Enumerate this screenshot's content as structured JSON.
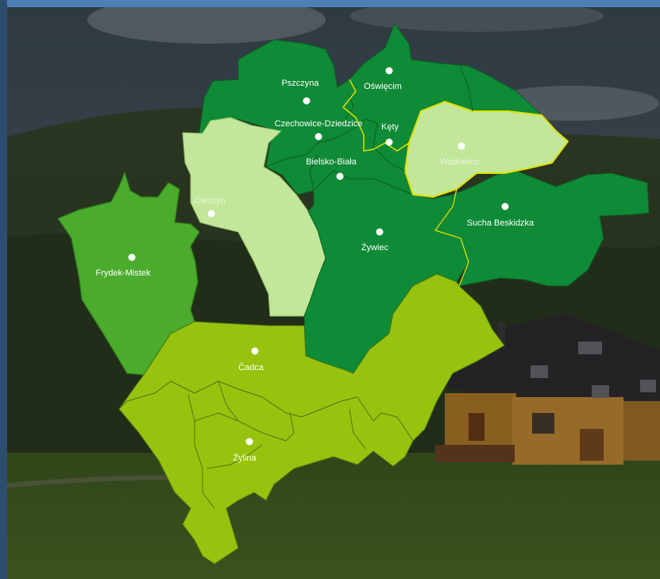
{
  "colors": {
    "dark_green": "#0f8a36",
    "mid_green": "#4aab2c",
    "lime": "#97c30f",
    "pale_green": "#c2e79a",
    "region_border": "#0b5f22",
    "highlight_border": "#e1e000"
  },
  "cities": [
    {
      "id": "pszczyna",
      "label": "Pszczyna"
    },
    {
      "id": "oswiecim",
      "label": "Oświęcim"
    },
    {
      "id": "czechowice",
      "label": "Czechowice-Dziedzice"
    },
    {
      "id": "kety",
      "label": "Kęty"
    },
    {
      "id": "wadowice",
      "label": "Wadowice"
    },
    {
      "id": "bielsko",
      "label": "Bielsko-Biała"
    },
    {
      "id": "cieszyn",
      "label": "Cieszyn"
    },
    {
      "id": "sucha",
      "label": "Sucha Beskidzka"
    },
    {
      "id": "zywiec",
      "label": "Żywiec"
    },
    {
      "id": "frydek",
      "label": "Frydek-Mistek"
    },
    {
      "id": "cadca",
      "label": "Čadca"
    },
    {
      "id": "zylina",
      "label": "Żylina"
    }
  ]
}
